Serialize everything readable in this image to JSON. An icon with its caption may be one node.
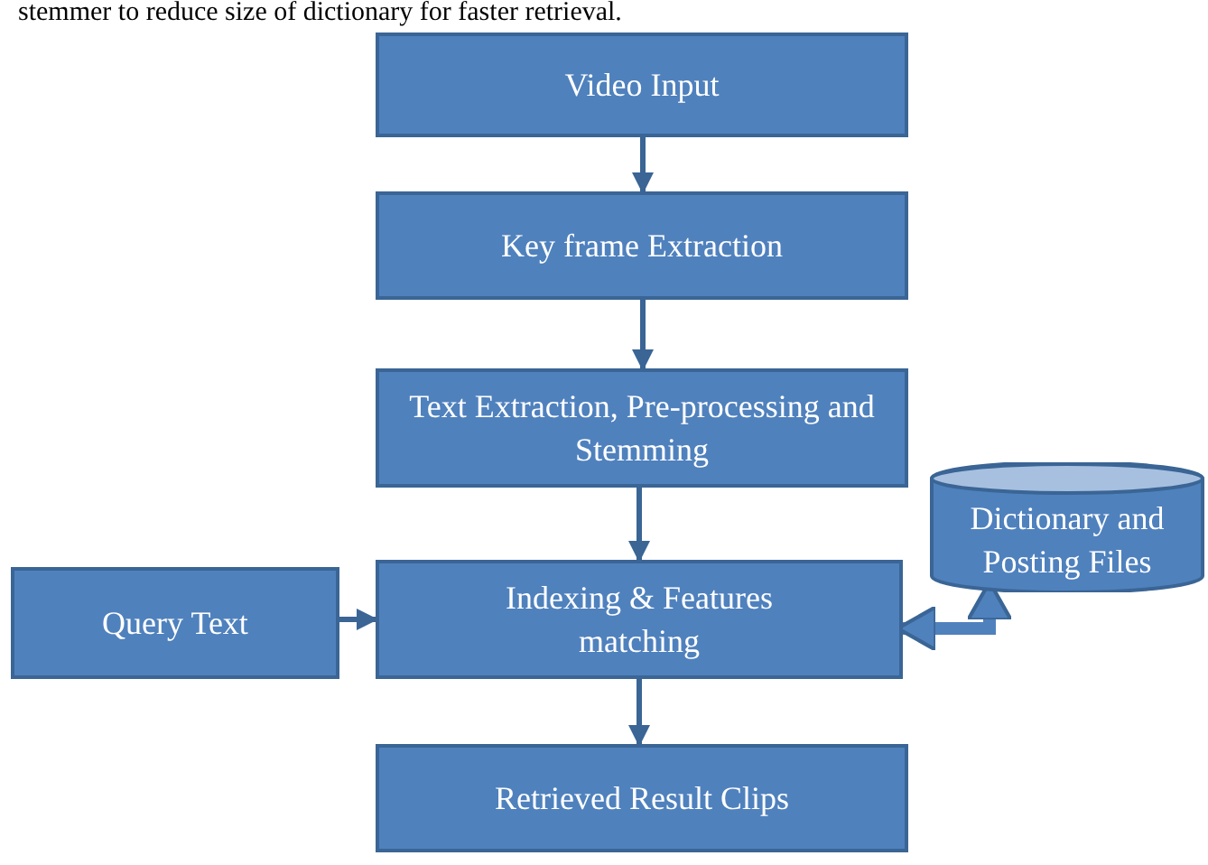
{
  "diagram": {
    "nodes": [
      {
        "text": [
          "Video Input"
        ]
      },
      {
        "text": [
          "Key frame Extraction"
        ]
      },
      {
        "text": [
          "Text Extraction, Pre-processing and Stemming"
        ]
      },
      {
        "text": [
          "Indexing & Features matching"
        ]
      },
      {
        "text": [
          "Retrieved Result Clips"
        ]
      },
      {
        "text": [
          "Query Text"
        ]
      },
      {
        "text": [
          "Dictionary and Posting Files"
        ]
      }
    ],
    "edges": [
      {
        "from": 0,
        "to": 1,
        "arrow": "to"
      },
      {
        "from": 1,
        "to": 2,
        "arrow": "to"
      },
      {
        "from": 2,
        "to": 3,
        "arrow": "to"
      },
      {
        "from": 3,
        "to": 4,
        "arrow": "to"
      },
      {
        "from": 5,
        "to": 3,
        "arrow": "to"
      },
      {
        "from": 6,
        "to": 3,
        "arrow": "both",
        "style": "thick"
      }
    ],
    "labels": [
      "stemmer to reduce size of dictionary for faster retrieval."
    ]
  }
}
